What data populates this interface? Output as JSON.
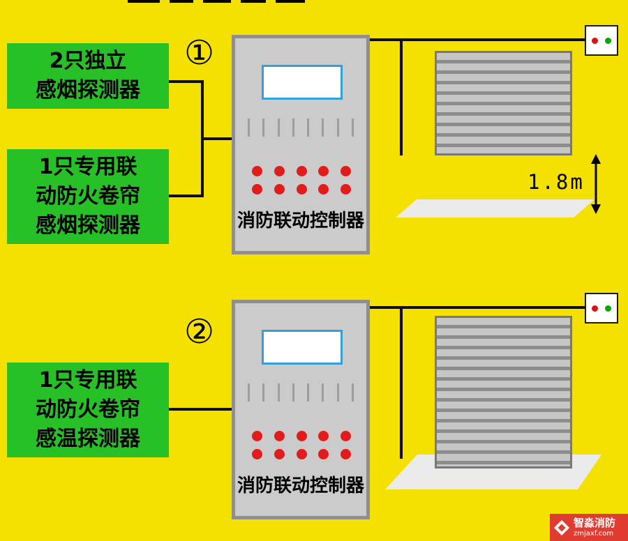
{
  "colors": {
    "background": "#F5E100",
    "detector_box_green": "#27C127",
    "controller_body": "#CBCBCB",
    "controller_border": "#8F8F8F",
    "display_border": "#33A0DC",
    "led_red": "#E21B1B",
    "wire_black": "#0D0D0D",
    "shutter_light": "#C6C6C6",
    "shutter_dark": "#8C8C8C",
    "floor_gray": "#EBEBEB",
    "indicator_red": "#DD1111",
    "indicator_green": "#00A800",
    "watermark_red": "#E03C32"
  },
  "diagram1": {
    "number": "①",
    "independent_detector_box": {
      "line1": "2只独立",
      "line2": "感烟探测器"
    },
    "dedicated_smoke_detector_box": {
      "line1": "1只专用联",
      "line2": "动防火卷帘",
      "line3": "感烟探测器"
    },
    "controller_label": "消防联动控制器",
    "gap_label": "1.8m"
  },
  "diagram2": {
    "number": "②",
    "dedicated_heat_detector_box": {
      "line1": "1只专用联",
      "line2": "动防火卷帘",
      "line3": "感温探测器"
    },
    "controller_label": "消防联动控制器"
  },
  "watermark": {
    "brand": "智淼消防",
    "domain": "zmjaxf.com"
  }
}
